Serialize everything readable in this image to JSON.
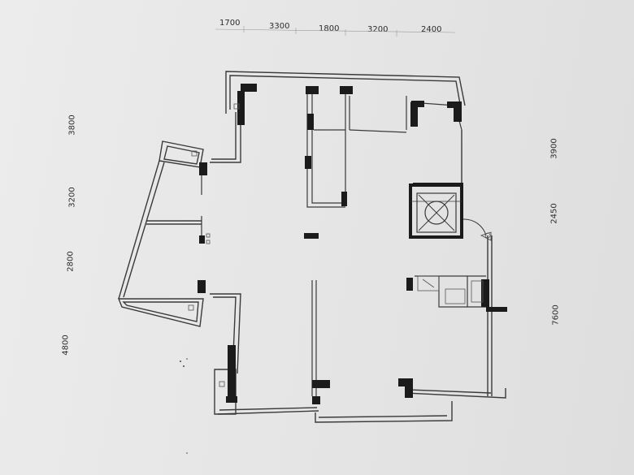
{
  "dimensions": {
    "top": [
      "1700",
      "3300",
      "1800",
      "3200",
      "2400"
    ],
    "left": [
      "3800",
      "3200",
      "2800",
      "4800"
    ],
    "right": [
      "3900",
      "2450",
      "7600"
    ]
  },
  "colors": {
    "wall": "#1b1b1b",
    "line": "#3a3a3a",
    "paper": "#e8e8e8"
  }
}
